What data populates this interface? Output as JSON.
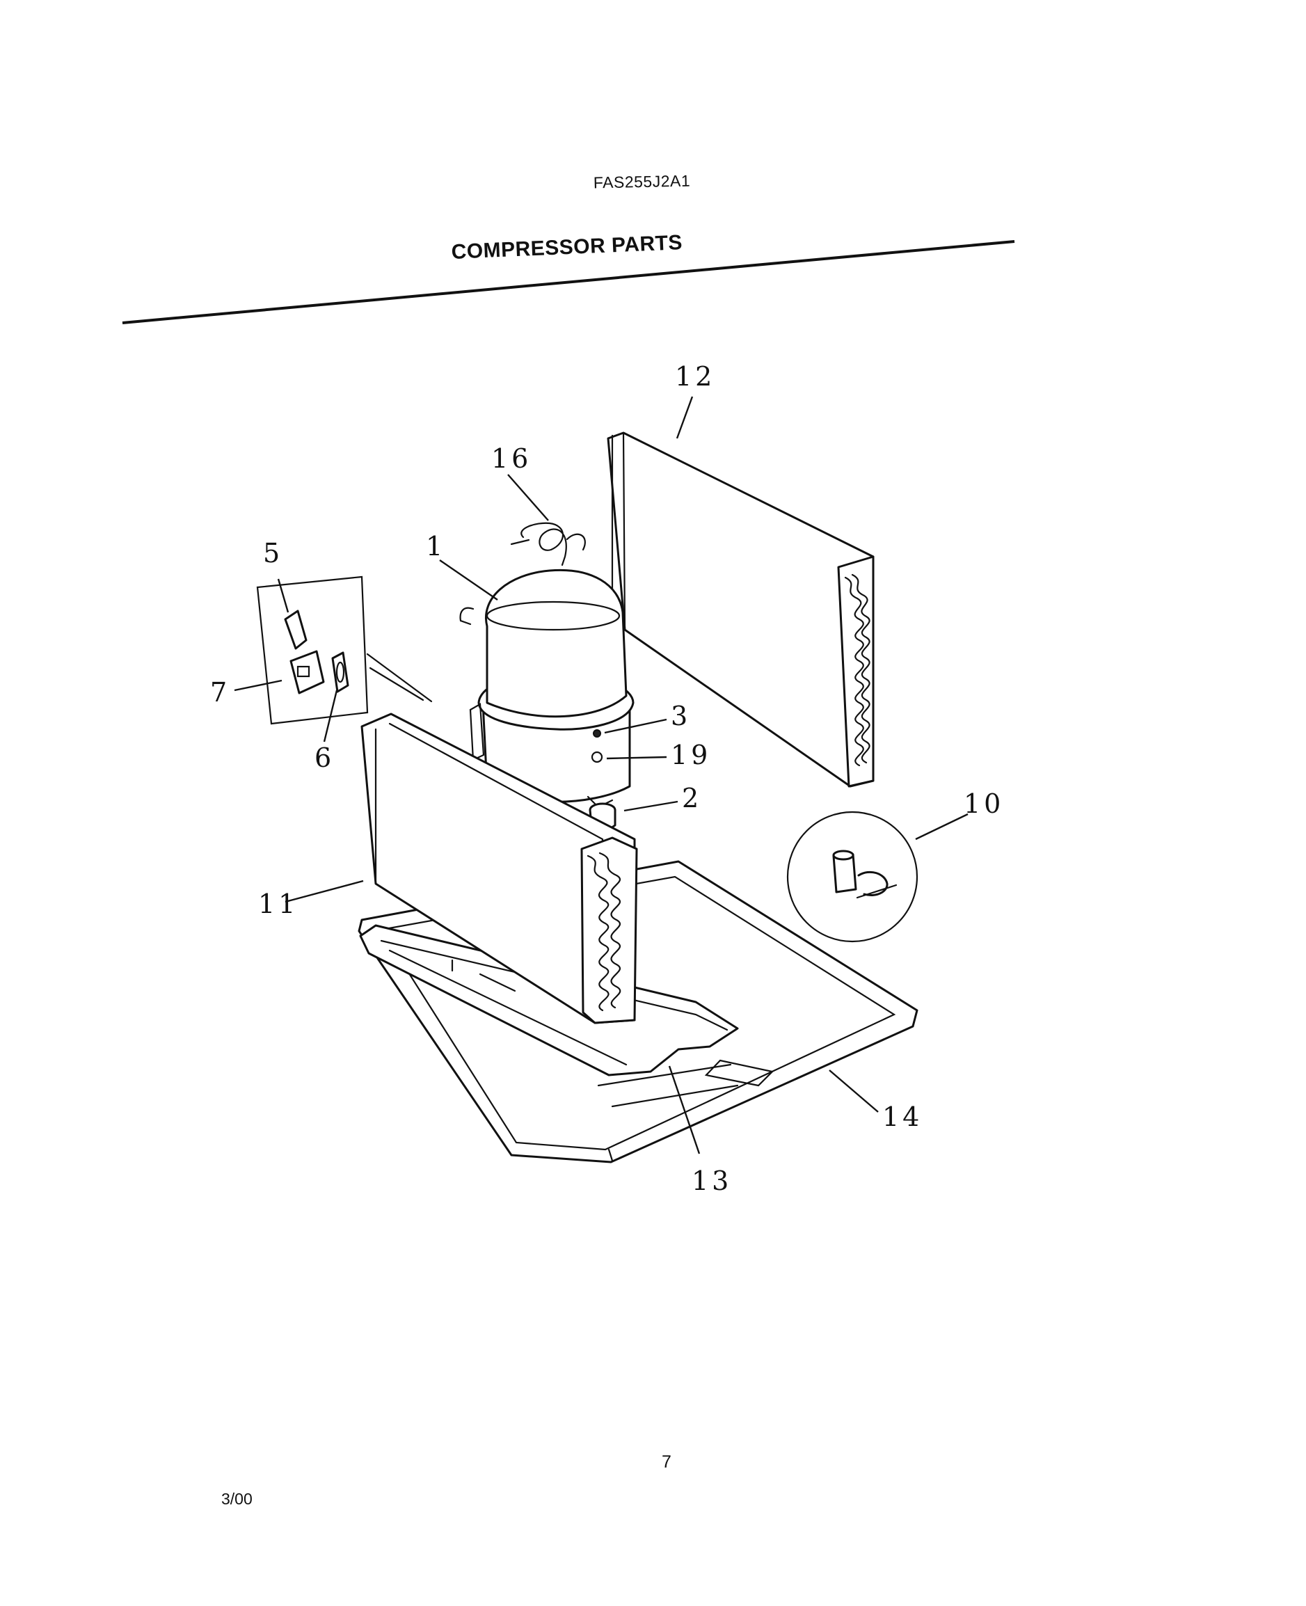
{
  "header": {
    "model_number": "FAS255J2A1",
    "section_title": "COMPRESSOR PARTS"
  },
  "diagram": {
    "callouts": [
      {
        "label": "1"
      },
      {
        "label": "2"
      },
      {
        "label": "3"
      },
      {
        "label": "5"
      },
      {
        "label": "6"
      },
      {
        "label": "7"
      },
      {
        "label": "10"
      },
      {
        "label": "11"
      },
      {
        "label": "12"
      },
      {
        "label": "13"
      },
      {
        "label": "14"
      },
      {
        "label": "16"
      },
      {
        "label": "19"
      }
    ]
  },
  "footer": {
    "page_number": "7",
    "revision_date": "3/00"
  }
}
